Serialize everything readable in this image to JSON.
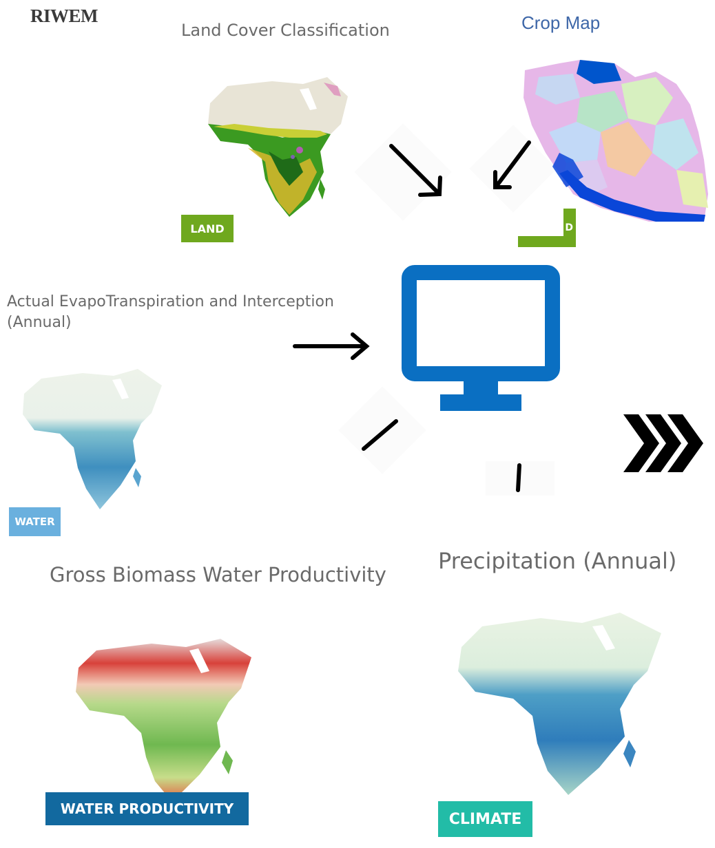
{
  "brand": "RIWEM",
  "panels": {
    "land": {
      "title": "Land Cover Classification",
      "badge": "LAND"
    },
    "crop": {
      "title": "Crop Map",
      "badge": "D"
    },
    "aet": {
      "title_line1": "Actual EvapoTranspiration and Interception",
      "title_line2": "(Annual)",
      "badge": "WATER"
    },
    "gbwp": {
      "title": "Gross Biomass Water Productivity",
      "badge": "WATER PRODUCTIVITY"
    },
    "precip": {
      "title": "Precipitation (Annual)",
      "badge": "CLIMATE"
    }
  },
  "center": {
    "icon": "computer-monitor-icon",
    "color": "#0a6fc2"
  },
  "output_arrow": {
    "icon": "triple-chevron-right-icon"
  },
  "colors": {
    "land": "#6fa81e",
    "water": "#6ab0de",
    "water_productivity": "#12699f",
    "climate": "#22bca7",
    "crop_title": "#3e67a8"
  }
}
